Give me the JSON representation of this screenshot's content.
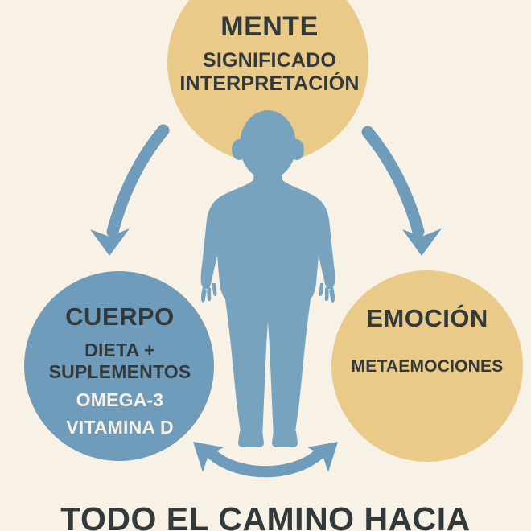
{
  "palette": {
    "background": "#f8f2e6",
    "gold": "#e9ca89",
    "blue": "#6f9cbb",
    "figure_blue": "#78a3bf",
    "text_dark": "#32393b",
    "text_light": "#f8f2e6"
  },
  "nodes": {
    "mind": {
      "title": "MENTE",
      "lines": [
        "SIGNIFICADO",
        "INTERPRETACIÓN"
      ],
      "color": "#e9ca89"
    },
    "body": {
      "title": "CUERPO",
      "lines": [
        "DIETA +",
        "SUPLEMENTOS"
      ],
      "lines_light": [
        "OMEGA-3",
        "VITAMINA D"
      ],
      "color": "#6f9cbb"
    },
    "emotion": {
      "title": "EMOCIÓN",
      "lines": [
        "METAEMOCIONES"
      ],
      "color": "#e9ca89"
    }
  },
  "caption": {
    "text": "TODO EL CAMINO HACIA"
  },
  "icons": {
    "figure": "human-silhouette-icon",
    "arrow_mind_to_body": "curved-arrow-down-left-icon",
    "arrow_mind_to_emotion": "curved-arrow-down-right-icon",
    "arrow_body_emotion": "double-headed-curved-arrow-icon"
  }
}
